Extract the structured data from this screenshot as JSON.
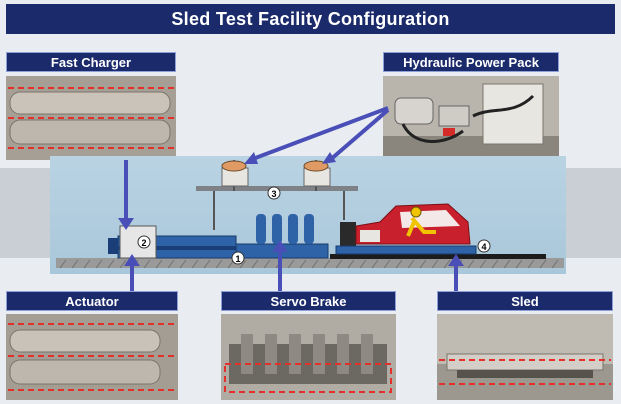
{
  "title": "Sled Test Facility Configuration",
  "labels": {
    "fast_charger": "Fast Charger",
    "hydraulic_power_pack": "Hydraulic Power Pack",
    "actuator": "Actuator",
    "servo_brake": "Servo Brake",
    "sled": "Sled"
  },
  "callouts": [
    "1",
    "2",
    "3",
    "4"
  ],
  "colors": {
    "banner": "#1b2a6b",
    "arrow": "#4a4fb8",
    "panel": "#b0cbdd",
    "dashed_highlight": "#e4302b",
    "car_body": "#c8202c"
  }
}
